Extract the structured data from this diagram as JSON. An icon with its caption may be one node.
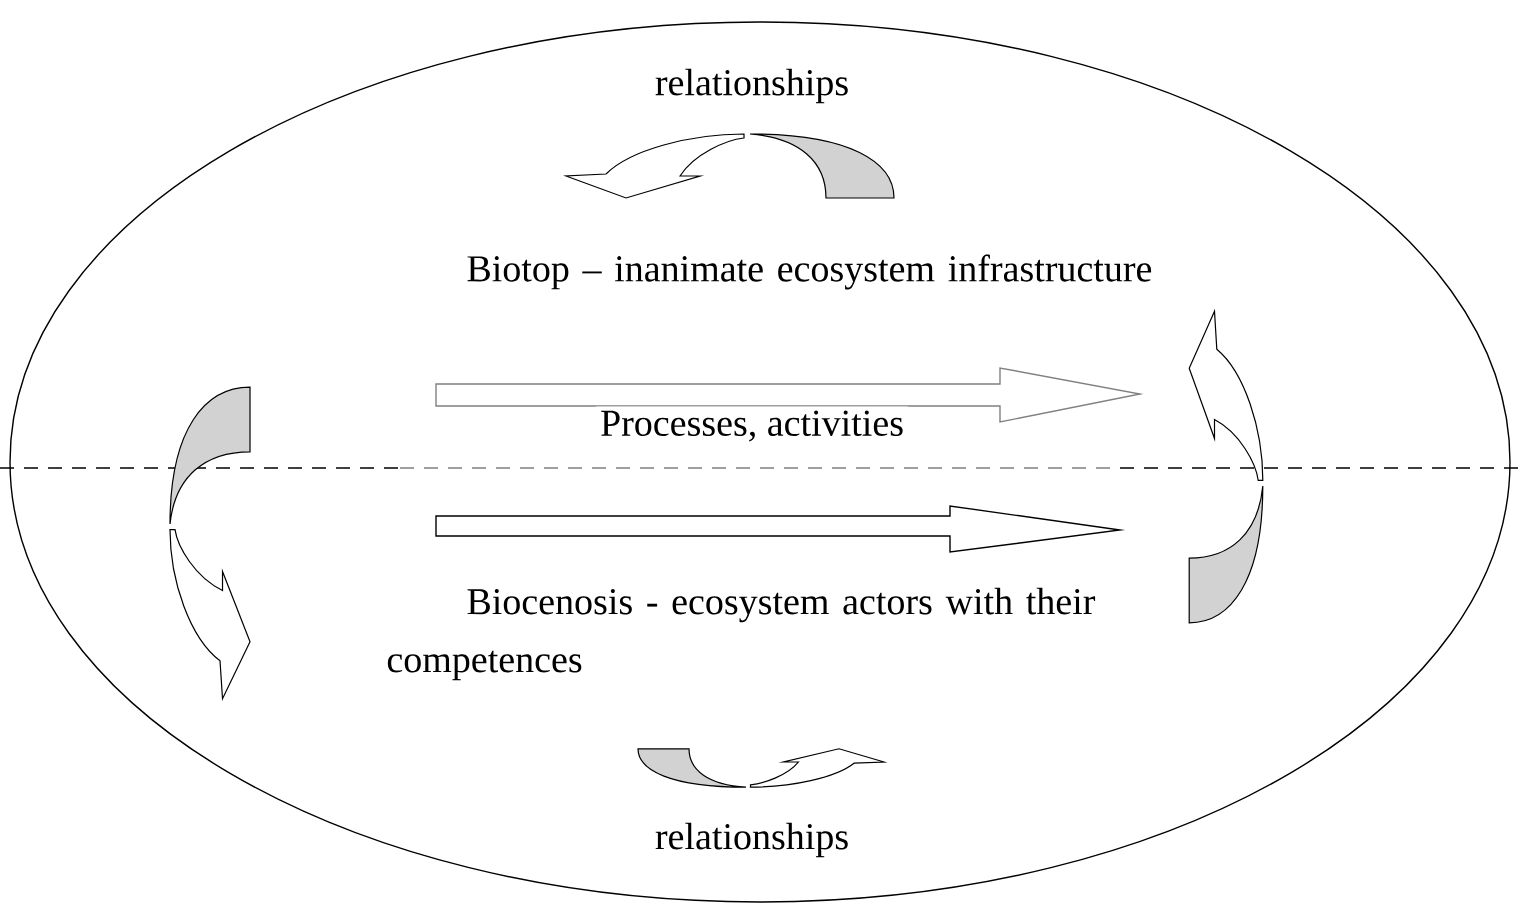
{
  "diagram": {
    "nodes": [
      {
        "text": [
          "relationships",
          "Biotop – inanimate ecosystem infrastructure",
          "Processes, activities",
          "Biocenosis - ecosystem actors with their competences",
          "relationships"
        ]
      }
    ]
  }
}
